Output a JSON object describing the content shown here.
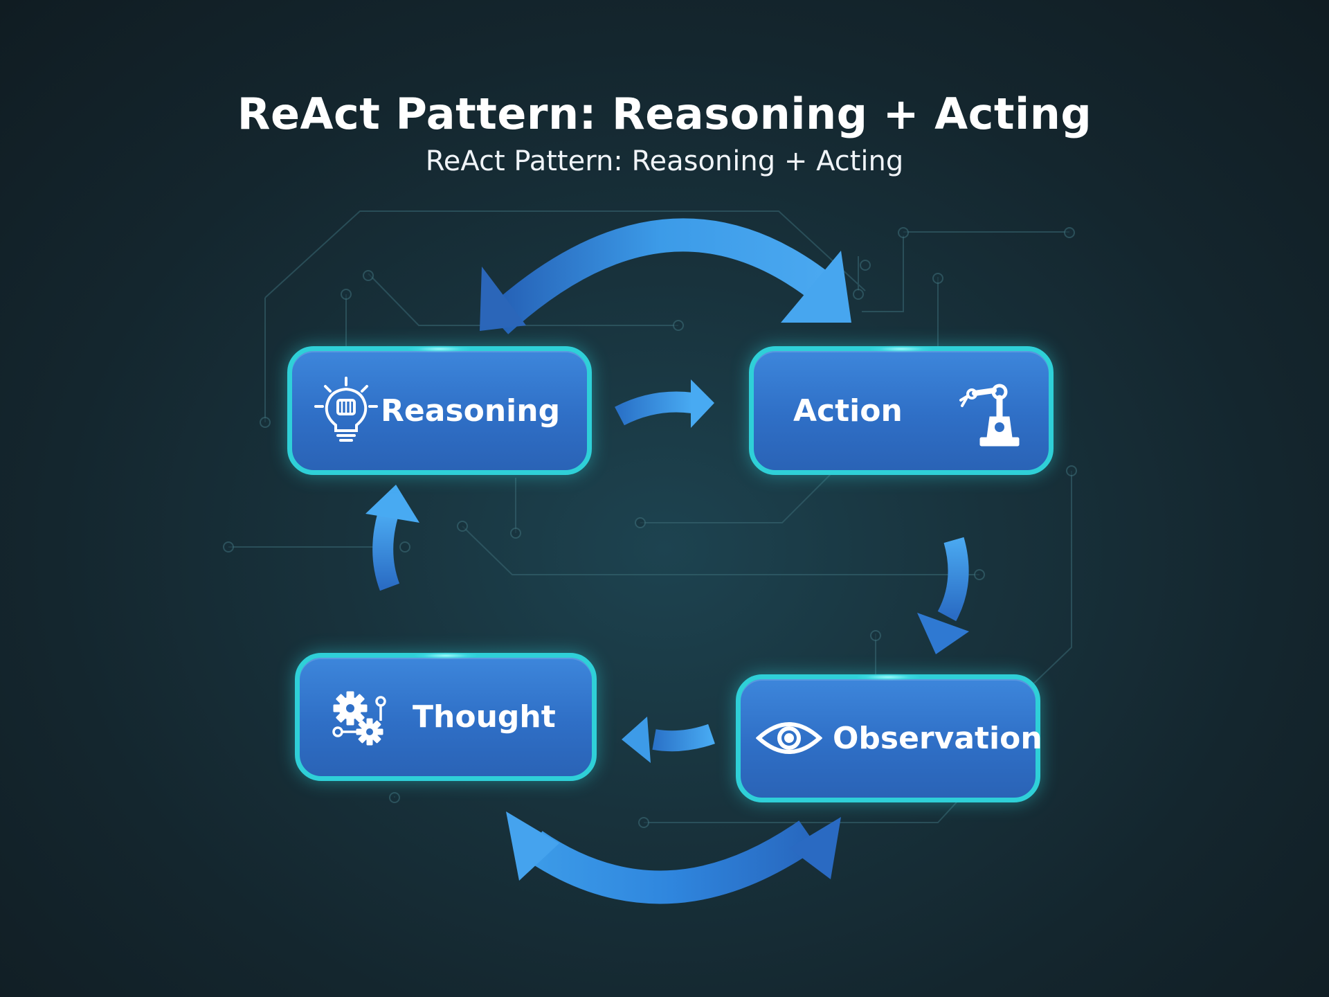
{
  "title": "ReAct Pattern: Reasoning + Acting",
  "subtitle": "ReAct Pattern: Reasoning + Acting",
  "nodes": {
    "reasoning": {
      "label": "Reasoning",
      "icon": "lightbulb-chip-icon"
    },
    "action": {
      "label": "Action",
      "icon": "robot-arm-icon"
    },
    "thought": {
      "label": "Thought",
      "icon": "gears-icon"
    },
    "observation": {
      "label": "Observation",
      "icon": "eye-icon"
    }
  },
  "colors": {
    "node_fill": "#2f6fc6",
    "node_border": "#2fd0d8",
    "arrow": "#3a9be8",
    "background": "#17303a"
  }
}
